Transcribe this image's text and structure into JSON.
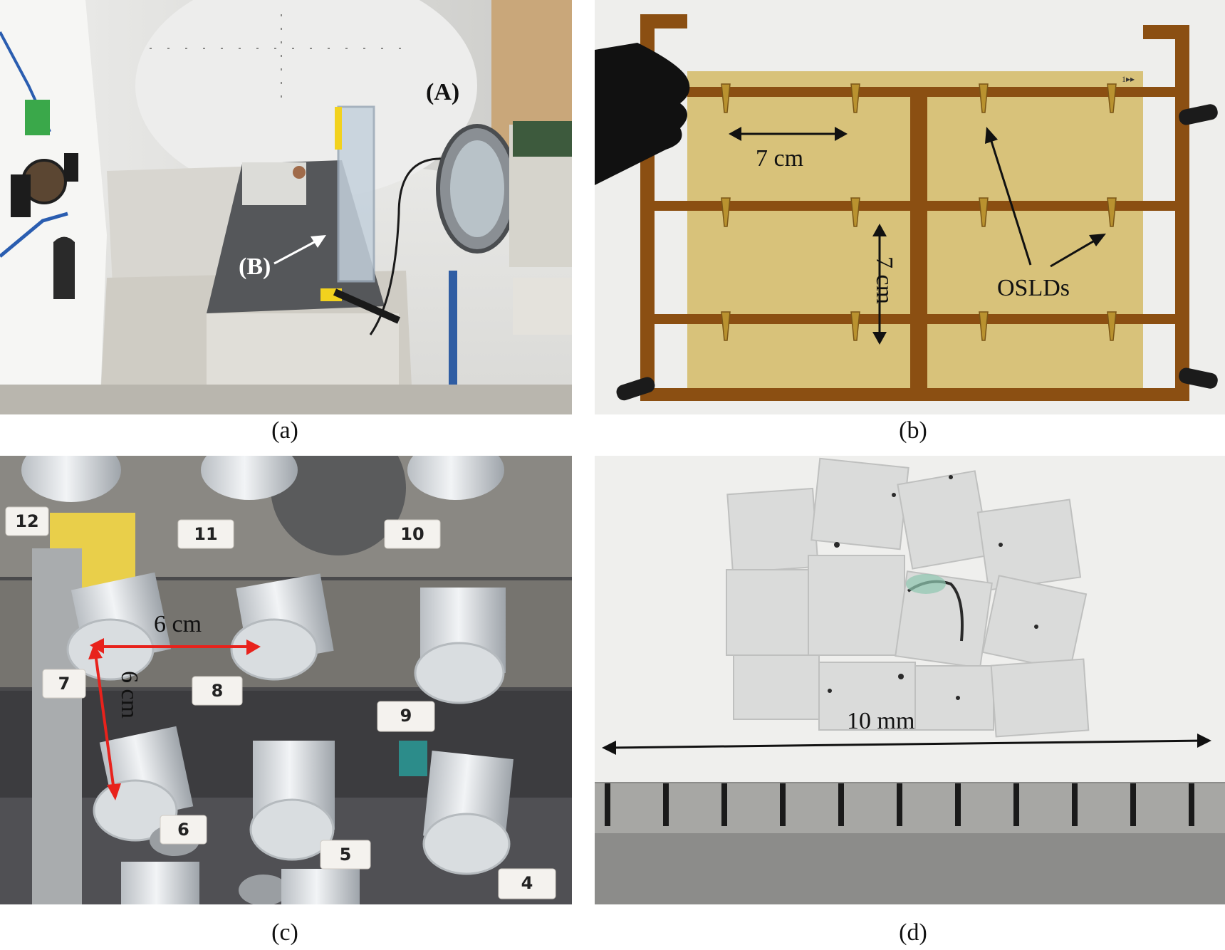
{
  "panel_a": {
    "callout_a": "(A)",
    "callout_b": "(B)"
  },
  "panel_b": {
    "dim_horizontal": "7 cm",
    "dim_vertical": "7 cm",
    "oslds_label": "OSLDs",
    "corner_mark": "1▸▸"
  },
  "panel_c": {
    "dim_horizontal": "6 cm",
    "dim_vertical": "6 cm",
    "tags": [
      "12",
      "11",
      "10",
      "7",
      "8",
      "9",
      "6",
      "5",
      "4"
    ]
  },
  "panel_d": {
    "scale_label": "10 mm"
  },
  "captions": [
    "(a)",
    "(b)",
    "(c)",
    "(d)"
  ],
  "colors": {
    "arrow_red": "#e8221c",
    "board_brown": "#8b4f12",
    "sheet_yellow": "#d8c27a"
  }
}
